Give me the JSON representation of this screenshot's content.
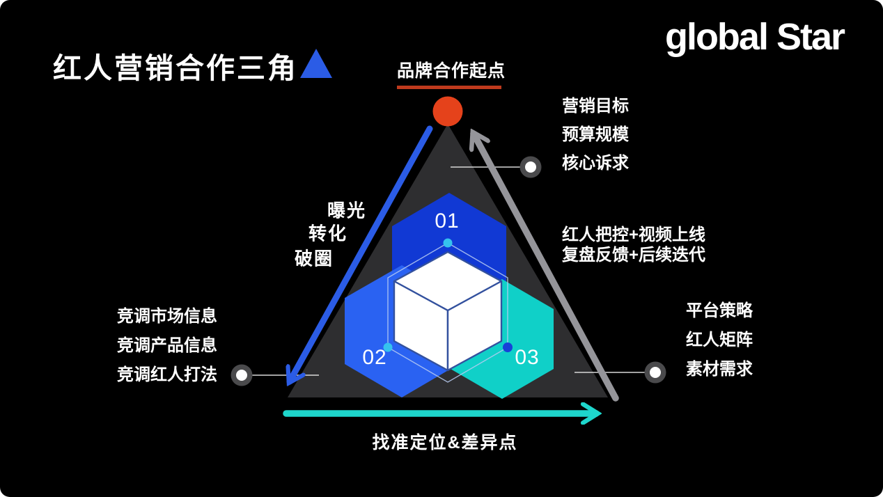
{
  "page": {
    "title": "红人营销合作三角",
    "logo": "global Star"
  },
  "apex": {
    "label": "品牌合作起点"
  },
  "funnel_steps": [
    "曝光",
    "转化",
    "破圈"
  ],
  "left_list": [
    "竞调市场信息",
    "竞调产品信息",
    "竞调红人打法"
  ],
  "right_top_list": [
    "营销目标",
    "预算规模",
    "核心诉求"
  ],
  "right_mid_list": [
    "红人把控+视频上线",
    "复盘反馈+后续迭代"
  ],
  "right_bottom_list": [
    "平台策略",
    "红人矩阵",
    "素材需求"
  ],
  "bottom_axis_label": "找准定位&差异点",
  "hexagons": {
    "h1": {
      "label": "01",
      "color": "#1139d4"
    },
    "h2": {
      "label": "02",
      "color": "#2a62f2"
    },
    "h3": {
      "label": "03",
      "color": "#10d0c8"
    }
  },
  "colors": {
    "background": "#000000",
    "triangle_fill": "#2e2e30",
    "blue_arrow": "#2b5ce6",
    "gray_arrow": "#95959a",
    "teal_arrow": "#1ed6cc",
    "start_dot_orange": "#e5421b",
    "apex_underline": "#bf3a1d",
    "cube_edge": "#33519e",
    "cube_face": "#ffffff",
    "wireframe": "#b9cdf2",
    "node_dot_cyan": "#35c2ee",
    "node_dot_blue": "#1741d8",
    "connector_ring": "#4a4a4c",
    "connector_dot": "#ffffff"
  }
}
